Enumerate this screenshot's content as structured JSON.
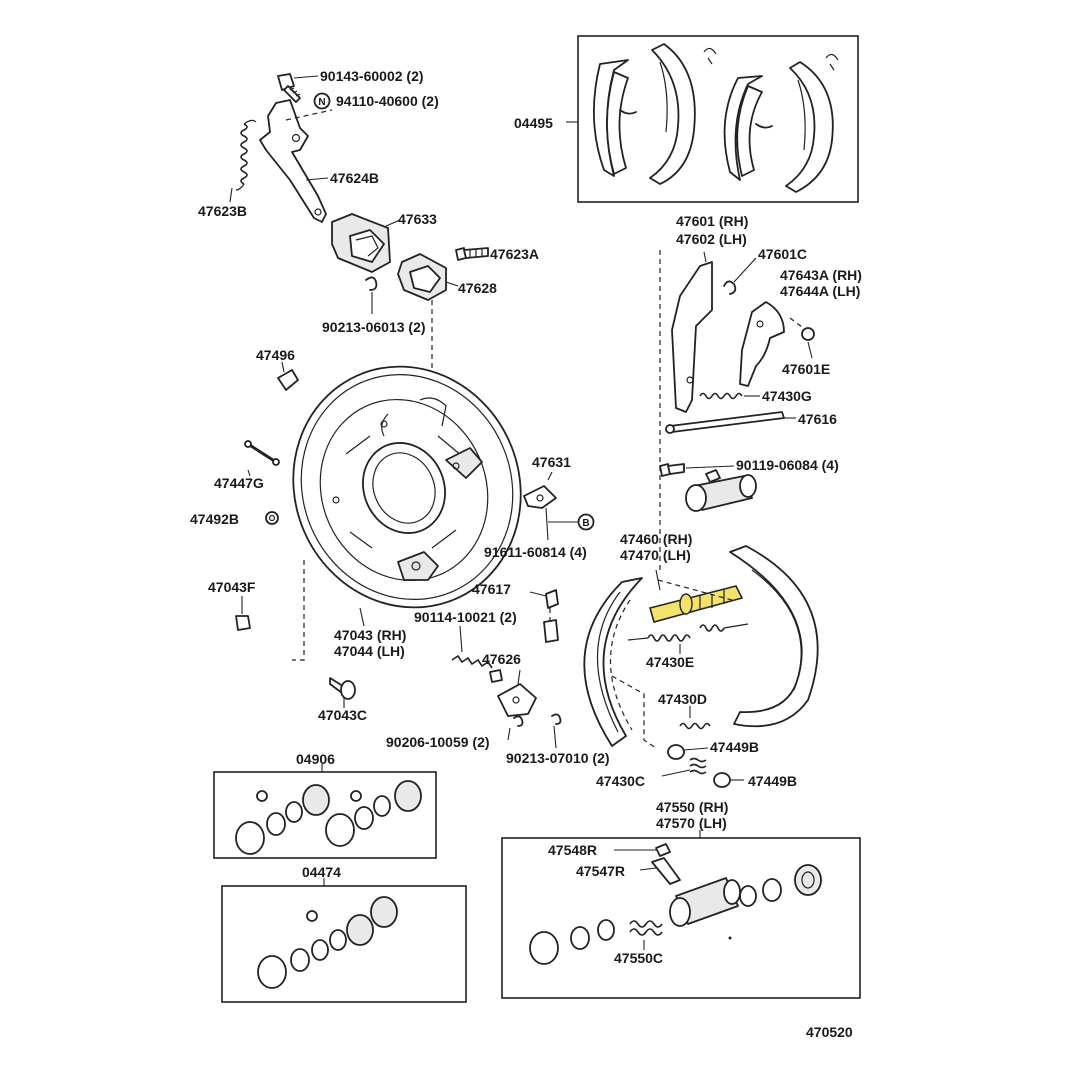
{
  "diagram": {
    "catalog_number": "470520",
    "highlight_color": "#f3e36a",
    "labels": {
      "p90143": "90143-60002 (2)",
      "p94110": "94110-40600 (2)",
      "p94110_marker": "N",
      "p47624b": "47624B",
      "p47623b": "47623B",
      "p47633": "47633",
      "p47623a": "47623A",
      "p47628": "47628",
      "p90213a": "90213-06013 (2)",
      "p47496": "47496",
      "p47447g": "47447G",
      "p47492b": "47492B",
      "p47043f": "47043F",
      "p47043": "47043 (RH)",
      "p47044": "47044 (LH)",
      "p47043c": "47043C",
      "p47631": "47631",
      "p91611": "91611-60814 (4)",
      "p91611_marker": "B",
      "p47617": "47617",
      "p90114": "90114-10021 (2)",
      "p47626": "47626",
      "p90206": "90206-10059 (2)",
      "p90213b": "90213-07010 (2)",
      "p04495": "04495",
      "p47601": "47601 (RH)",
      "p47602": "47602 (LH)",
      "p47601c": "47601C",
      "p47643a": "47643A (RH)",
      "p47644a": "47644A (LH)",
      "p47601e": "47601E",
      "p47430g": "47430G",
      "p47616": "47616",
      "p90119": "90119-06084 (4)",
      "p47460": "47460 (RH)",
      "p47470": "47470 (LH)",
      "p47430e": "47430E",
      "p47430d": "47430D",
      "p47449b_1": "47449B",
      "p47430c": "47430C",
      "p47449b_2": "47449B",
      "p04906": "04906",
      "p04474": "04474",
      "p47550": "47550 (RH)",
      "p47570": "47570 (LH)",
      "p47548r": "47548R",
      "p47547r": "47547R",
      "p47550c": "47550C"
    }
  }
}
